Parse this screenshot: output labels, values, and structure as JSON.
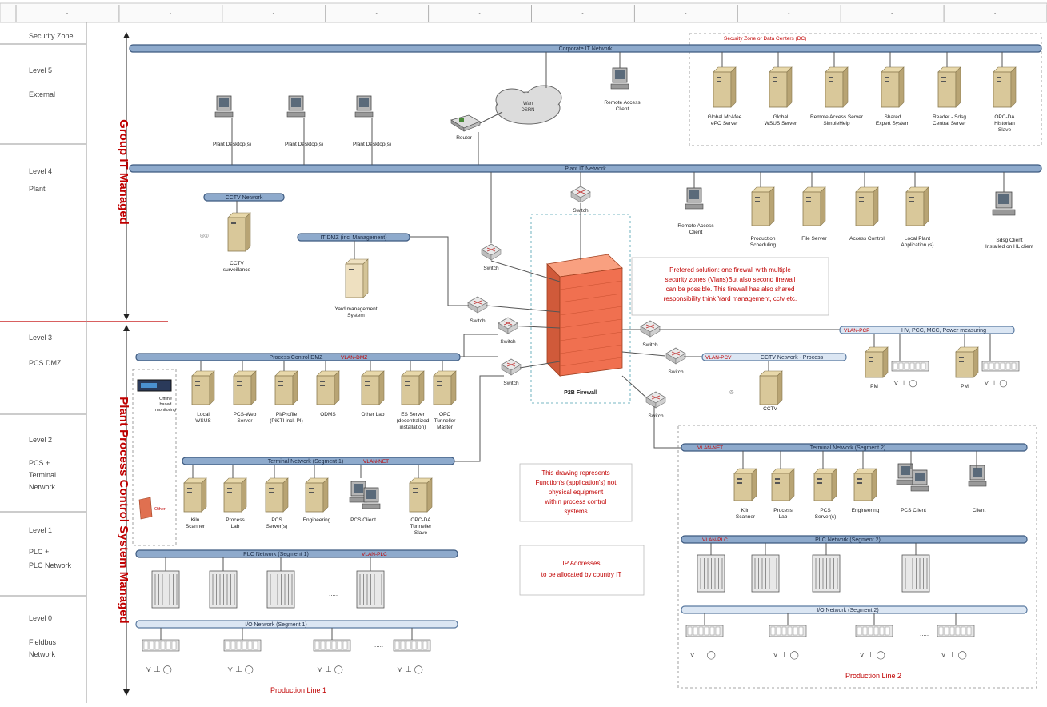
{
  "zones": [
    {
      "id": "sz",
      "lines": [
        "Security Zone"
      ]
    },
    {
      "id": "l5",
      "lines": [
        "Level 5",
        "External"
      ]
    },
    {
      "id": "l4",
      "lines": [
        "Level 4",
        "Plant"
      ]
    },
    {
      "id": "l3",
      "lines": [
        "Level 3",
        "PCS DMZ"
      ]
    },
    {
      "id": "l2",
      "lines": [
        "Level 2",
        "PCS +",
        "Terminal",
        "Network"
      ]
    },
    {
      "id": "l1",
      "lines": [
        "Level 1",
        "PLC +",
        "PLC Network"
      ]
    },
    {
      "id": "l0",
      "lines": [
        "Level 0",
        "Fieldbus",
        "Network"
      ]
    }
  ],
  "managed": {
    "group_it": "Group IT Managed",
    "plant_pcs": "Plant Process Control System Managed"
  },
  "networks": {
    "corporate": "Corporate IT Network",
    "plant_it": "Plant IT Network",
    "cctv": "CCTV Network",
    "it_dmz": "IT DMZ (incl Management)",
    "pcs_dmz": "Process Control DMZ",
    "terminal1": "Terminal Network (Segment 1)",
    "plc1": "PLC Network (Segment 1)",
    "io1": "I/O Network (Segment 1)",
    "hv": "HV, PCC, MCC, Power measuring",
    "cctv_proc": "CCTV Network - Process",
    "terminal2": "Terminal Network (Segment 2)",
    "plc2": "PLC Network (Segment 2)",
    "io2": "I/O Network (Segment 2)"
  },
  "vlans": {
    "pcs_dmz": "VLAN-DMZ",
    "terminal1": "VLAN-NET",
    "plc1": "VLAN-PLC",
    "hv": "VLAN-PCP",
    "cctv_proc": "VLAN-PCV",
    "terminal2": "VLAN-NET",
    "plc2": "VLAN-PLC"
  },
  "security_zone_box": "Security Zone or Data Centers (DC)",
  "cloud": {
    "lines": [
      "Wan",
      "DSRN"
    ]
  },
  "devices": {
    "plant_desk": [
      "Plant Desktop(s)",
      "Plant Desktop(s)",
      "Plant Desktop(s)"
    ],
    "router": "Router",
    "remote_client_l5": [
      "Remote Access",
      "Client"
    ],
    "dc_servers": [
      [
        "Global McAfee",
        "ePO Server"
      ],
      [
        "Global",
        "WSUS Server"
      ],
      [
        "Remote Access Server",
        "SimpleHelp"
      ],
      [
        "Shared",
        "Expert System"
      ],
      [
        "Reader - Sdsg",
        "Central Server"
      ],
      [
        "OPC-DA",
        "Historian",
        "Slave"
      ]
    ],
    "remote_client_l4": [
      "Remote Access",
      "Client"
    ],
    "l4_servers": [
      [
        "Production",
        "Scheduling"
      ],
      [
        "File Server"
      ],
      [
        "Access Control"
      ],
      [
        "Local Plant",
        "Application (s)"
      ]
    ],
    "sdsg_client": [
      "Sdsg Client",
      "Installed on HL client"
    ],
    "cctv_srv": [
      "CCTV",
      "surveillance"
    ],
    "yard": [
      "Yard management",
      "System"
    ],
    "dmz_servers": [
      [
        "Local",
        "WSUS"
      ],
      [
        "PCS-Web",
        "Server"
      ],
      [
        "PI/Profile",
        "(PiKTI incl. PI)"
      ],
      [
        "ODMS"
      ],
      [
        "Other Lab"
      ],
      [
        "ES Server",
        "(decentralized",
        "installation)"
      ],
      [
        "OPC",
        "Tunneller",
        "Master"
      ]
    ],
    "offline": [
      "Offline",
      "based",
      "monitoring"
    ],
    "terminal1_items": [
      [
        "Kiln",
        "Scanner"
      ],
      [
        "Process",
        "Lab"
      ],
      [
        "PCS",
        "Server(s)"
      ],
      [
        "Engineering"
      ],
      [
        "PCS Client"
      ],
      [
        "OPC-DA",
        "Tunneller",
        "Slave"
      ]
    ],
    "terminal2_items": [
      [
        "Kiln",
        "Scanner"
      ],
      [
        "Process",
        "Lab"
      ],
      [
        "PCS",
        "Server(s)"
      ],
      [
        "Engineering"
      ],
      [
        "PCS Client"
      ],
      [
        "Client"
      ]
    ],
    "pm": [
      "PM",
      "PM"
    ],
    "cctv_proc": [
      "CCTV"
    ],
    "other_label": "Other",
    "firewall": "P2B Firewall",
    "switch": "Switch",
    "dots": "....."
  },
  "notes": {
    "preferred": [
      "Prefered solution: one firewall with multiple",
      "security zones (Vlans)But also second firewall",
      "can be possible. This firewall has also shared",
      "responsibility think Yard management, cctv etc."
    ],
    "function": [
      "This drawing represents",
      "Function's (application's) not",
      "physical equipment",
      "within process control",
      "systems"
    ],
    "ip": [
      "IP Addresses",
      "to be allocated by country IT"
    ]
  },
  "lines": {
    "line1": "Production Line 1",
    "line2": "Production Line 2"
  },
  "colors": {
    "bus": "#8eaacc",
    "accent_red": "#c00000",
    "firewall": "#f07050"
  }
}
